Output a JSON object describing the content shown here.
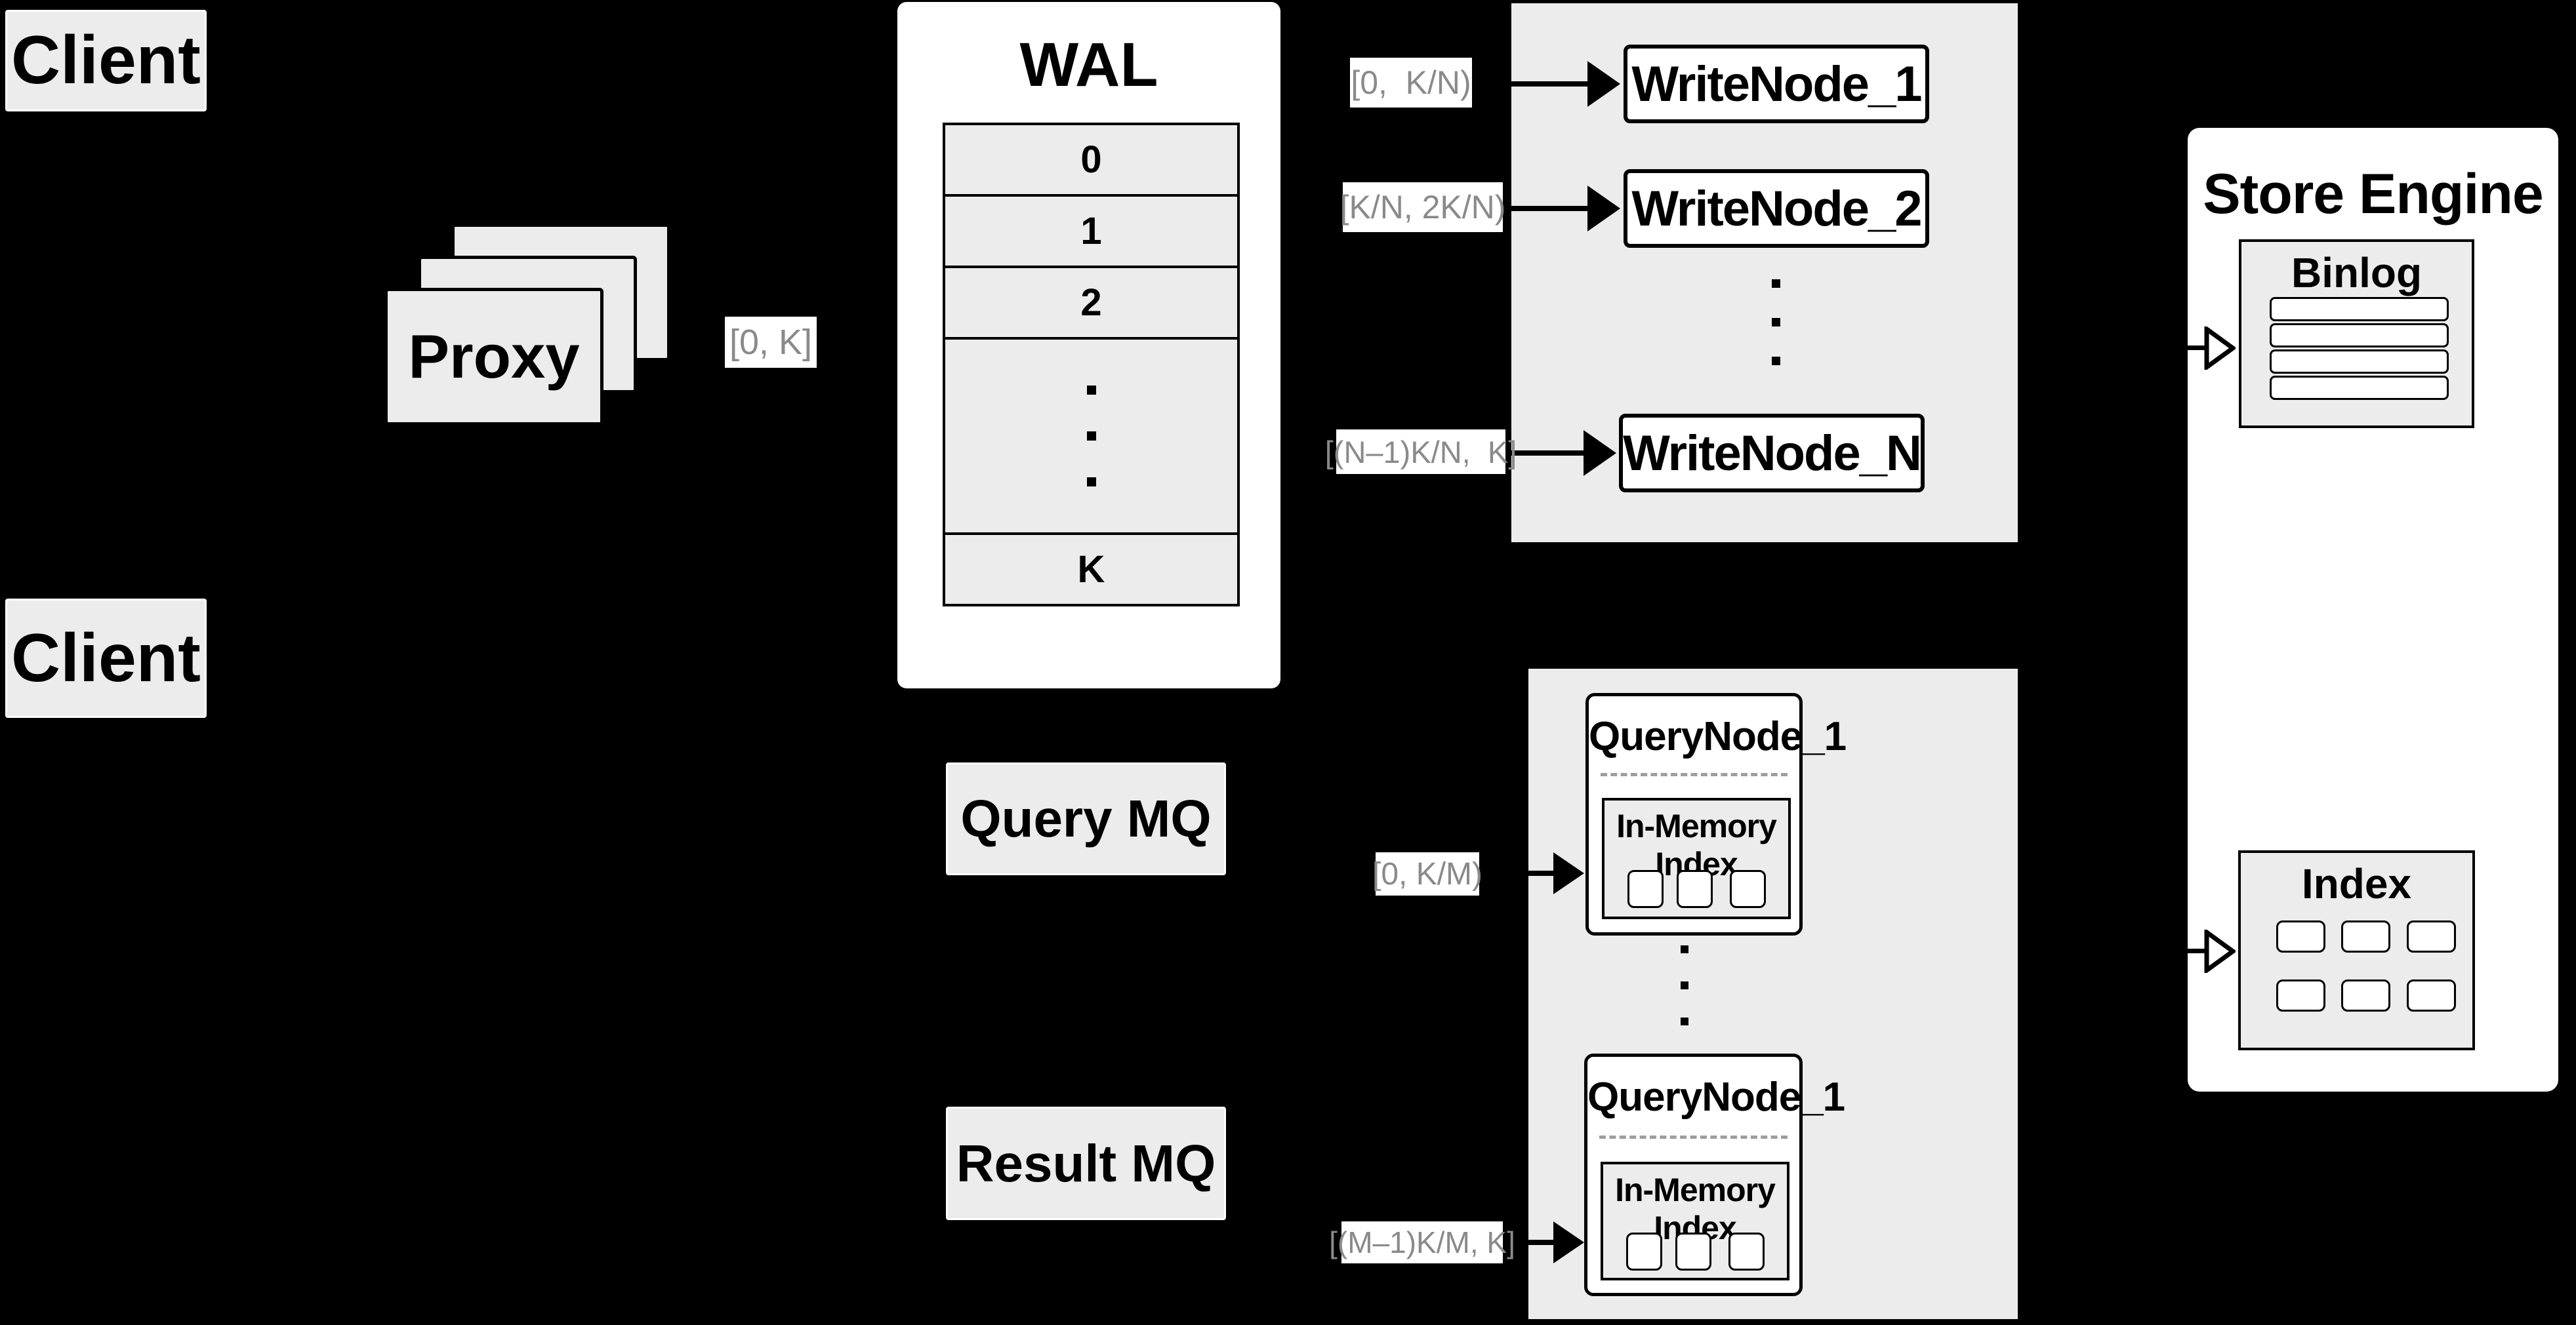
{
  "colors": {
    "background": "#000000",
    "panel_white": "#ffffff",
    "box_gray": "#ececec",
    "range_label_text": "#8a8a8a",
    "line_black": "#000000",
    "dashed_divider": "#9e9e9e"
  },
  "clients": {
    "top": "Client",
    "bottom": "Client"
  },
  "proxy": {
    "label": "Proxy"
  },
  "wal": {
    "title": "WAL",
    "rows": [
      "0",
      "1",
      "2"
    ],
    "last_row": "K"
  },
  "edge_labels": {
    "proxy_to_wal": "[0, K]",
    "write_1": "[0,  K/N)",
    "write_2": "[K/N, 2K/N)",
    "write_n": "[(N–1)K/N,  K]",
    "query_1": "[0, K/M)",
    "query_m": "[(M–1)K/M, K]"
  },
  "write_nodes": {
    "node_1": "WriteNode_1",
    "node_2": "WriteNode_2",
    "node_n": "WriteNode_N"
  },
  "store_engine": {
    "title": "Store Engine",
    "binlog_title": "Binlog",
    "index_title": "Index"
  },
  "mq": {
    "query": "Query MQ",
    "result": "Result MQ"
  },
  "query_nodes": {
    "top_title": "QueryNode_1",
    "bottom_title": "QueryNode_1",
    "in_memory_index": "In-Memory Index"
  }
}
